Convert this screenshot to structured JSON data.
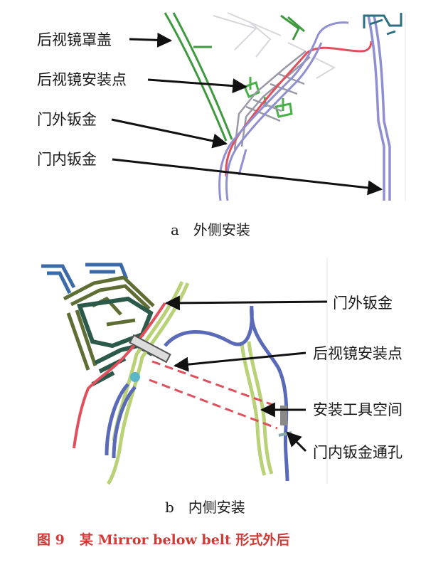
{
  "panel_a": {
    "labels": {
      "mirror_cover": "后视镜罩盖",
      "mirror_mount_point": "后视镜安装点",
      "outer_sheet_metal": "门外钣金",
      "inner_sheet_metal": "门内钣金"
    },
    "subcaption": "a　外侧安装"
  },
  "panel_b": {
    "labels": {
      "outer_sheet_metal": "门外钣金",
      "mirror_mount_point": "后视镜安装点",
      "tool_space": "安装工具空间",
      "inner_hole": "门内钣金通孔"
    },
    "subcaption": "b　内侧安装"
  },
  "caption": {
    "number": "图 9",
    "text": "某 Mirror below belt 形式外后"
  },
  "colors": {
    "green": "#3f9a3f",
    "purple": "#8f8fd1",
    "red": "#e0505c",
    "blue": "#3b5aa8",
    "olive": "#5f6e35",
    "lime": "#b9d277",
    "teal": "#2c6f80",
    "caption": "#d03a36"
  }
}
